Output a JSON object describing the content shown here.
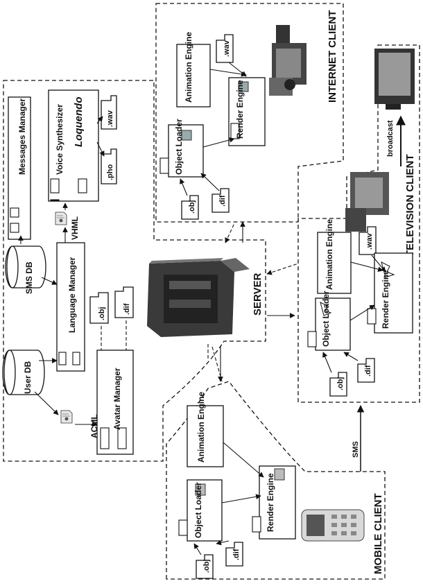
{
  "server": {
    "label": "SERVER"
  },
  "server_region": {
    "messages_manager": "Messages Manager",
    "voice_synthesizer": "Voice Synthesizer",
    "loquendo": "Loquendo",
    "wav": ".wav",
    "pho": ".pho",
    "vhml": "VHML",
    "sms_db": "SMS DB",
    "user_db": "User DB",
    "language_manager": "Language Manager",
    "obj": ".obj",
    "dif": ".dif",
    "avatar_manager": "Avatar Manager",
    "acml": "ACML"
  },
  "internet_client": {
    "title": "INTERNET CLIENT",
    "wav": ".wav",
    "animation_engine": "Animation Engine",
    "render_engine": "Render Engine",
    "object_loader": "Object Loader",
    "obj": ".obj",
    "dif": ".dif"
  },
  "television_client": {
    "title": "TELEVISION CLIENT",
    "broadcast": "broadcast",
    "wav": ".wav",
    "animation_engine": "Animation Engine",
    "render_engine": "Render Engine",
    "object_loader": "Object Loader",
    "obj": ".obj",
    "dif": ".dif",
    "sms": "SMS"
  },
  "mobile_client": {
    "title": "MOBILE CLIENT",
    "animation_engine": "Animation Engine",
    "render_engine": "Render Engine",
    "object_loader": "Object Loader",
    "obj": ".obj",
    "dif": ".dif"
  }
}
